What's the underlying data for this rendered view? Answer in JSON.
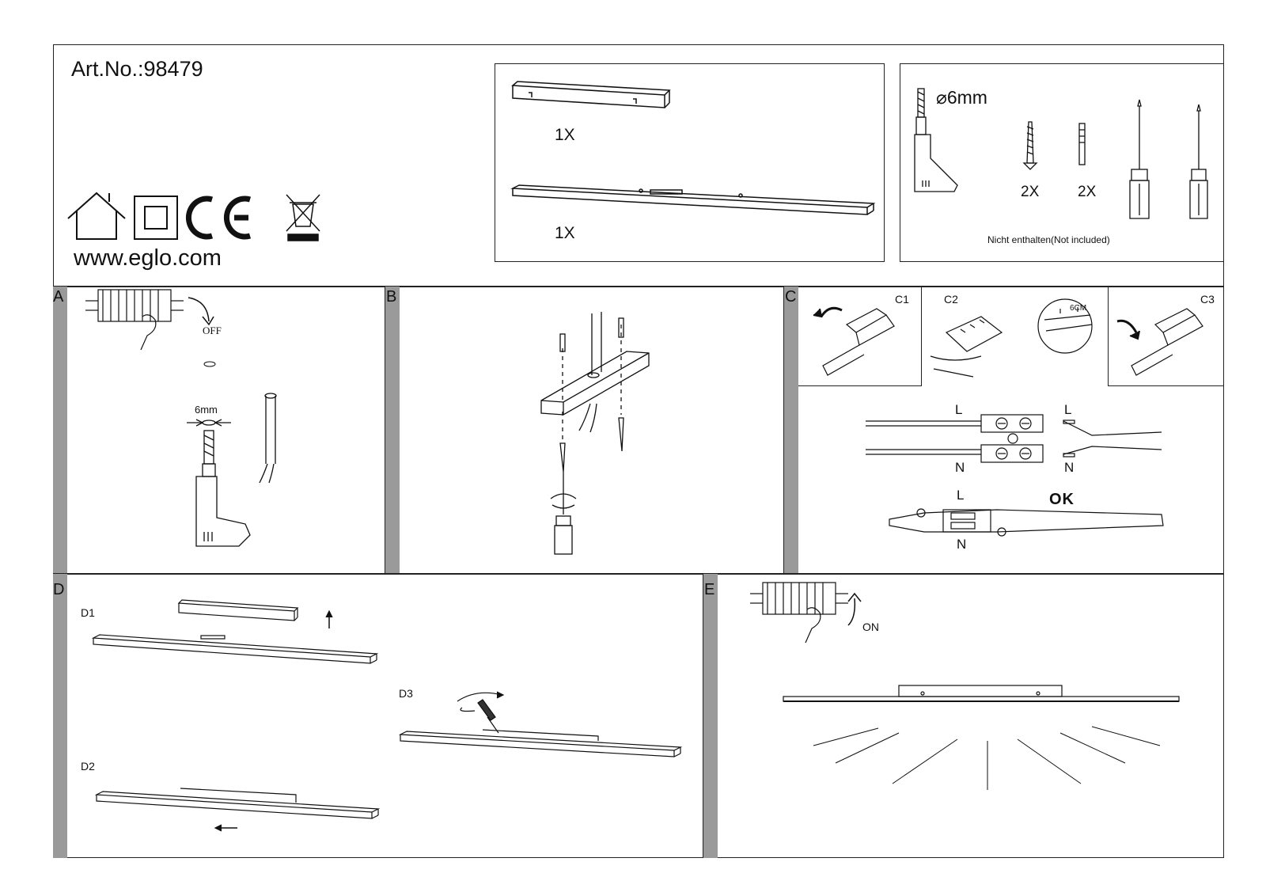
{
  "header": {
    "art_no": "Art.No.:98479",
    "website": "www.eglo.com",
    "certification_icons": [
      "indoor-use-house-icon",
      "class-ii-double-insulation-icon",
      "ce-mark-icon",
      "weee-crossed-bin-icon"
    ]
  },
  "parts_box": {
    "items": [
      {
        "name": "mounting-bracket",
        "qty": "1X"
      },
      {
        "name": "luminaire-bar",
        "qty": "1X"
      }
    ]
  },
  "tools_box": {
    "drill_size": "⌀6mm",
    "screw_qty": "2X",
    "anchor_qty": "2X",
    "note": "Nicht enthalten(Not included)"
  },
  "panels": {
    "a": {
      "letter": "A",
      "off_label": "OFF",
      "drill_label": "6mm"
    },
    "b": {
      "letter": "B"
    },
    "c": {
      "letter": "C",
      "c1": "C1",
      "c2": "C2",
      "c3": "C3",
      "strip_label": "6CM",
      "l_label": "L",
      "n_label": "N",
      "ok_label": "OK"
    },
    "d": {
      "letter": "D",
      "d1": "D1",
      "d2": "D2",
      "d3": "D3"
    },
    "e": {
      "letter": "E",
      "on_label": "ON"
    }
  }
}
